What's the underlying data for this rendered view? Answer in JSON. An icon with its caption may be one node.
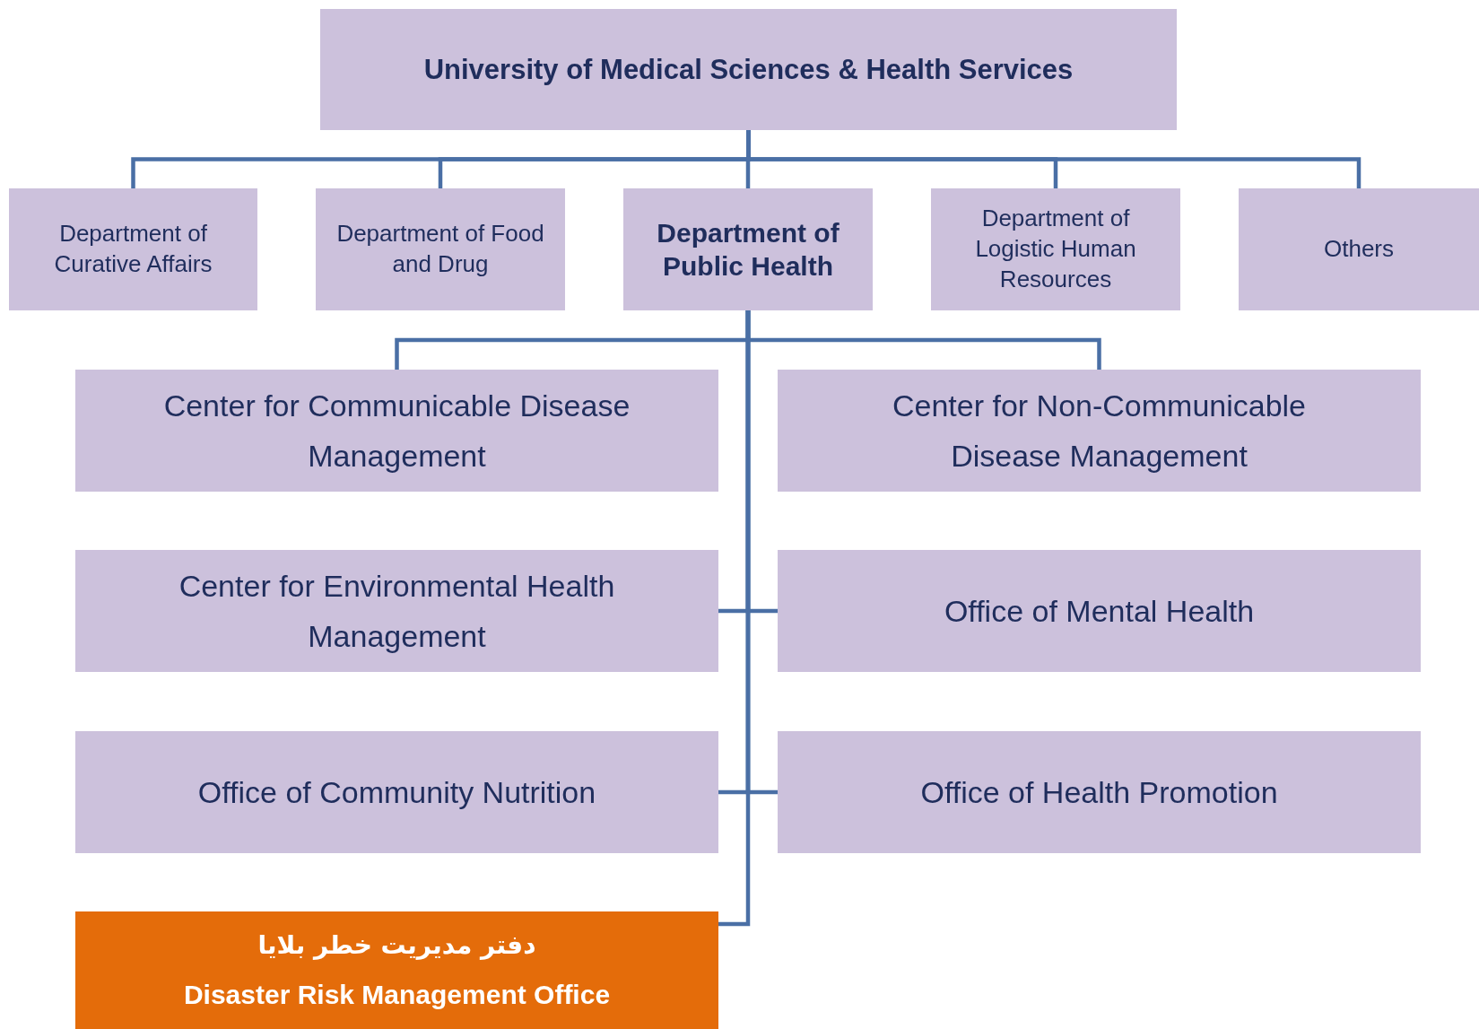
{
  "diagram": {
    "nodes": [
      {
        "text": [
          "University of Medical Sciences & Health Services"
        ]
      },
      {
        "text": [
          "Department of Curative Affairs"
        ]
      },
      {
        "text": [
          "Department of Food and Drug"
        ]
      },
      {
        "text": [
          "Department of Public Health"
        ]
      },
      {
        "text": [
          "Department of Logistic Human Resources"
        ]
      },
      {
        "text": [
          "Others"
        ]
      },
      {
        "text": [
          "Center for Communicable Disease Management"
        ]
      },
      {
        "text": [
          "Center for Non-Communicable Disease Management"
        ]
      },
      {
        "text": [
          "Center for Environmental Health Management"
        ]
      },
      {
        "text": [
          "Office of Mental Health"
        ]
      },
      {
        "text": [
          "Office of Community Nutrition"
        ]
      },
      {
        "text": [
          "Office of Health Promotion"
        ]
      },
      {
        "text": [
          "دفتر مدیریت خطر بلایا",
          "Disaster Risk Management Office"
        ]
      }
    ],
    "edges": [
      {
        "from": 0,
        "to": 1,
        "arrow": "none"
      },
      {
        "from": 0,
        "to": 2,
        "arrow": "none"
      },
      {
        "from": 0,
        "to": 3,
        "arrow": "none"
      },
      {
        "from": 0,
        "to": 4,
        "arrow": "none"
      },
      {
        "from": 0,
        "to": 5,
        "arrow": "none"
      },
      {
        "from": 3,
        "to": 6,
        "arrow": "none"
      },
      {
        "from": 3,
        "to": 7,
        "arrow": "none"
      },
      {
        "from": 3,
        "to": 8,
        "arrow": "none"
      },
      {
        "from": 3,
        "to": 9,
        "arrow": "none"
      },
      {
        "from": 3,
        "to": 10,
        "arrow": "none"
      },
      {
        "from": 3,
        "to": 11,
        "arrow": "none"
      },
      {
        "from": 3,
        "to": 12,
        "arrow": "none"
      }
    ]
  }
}
